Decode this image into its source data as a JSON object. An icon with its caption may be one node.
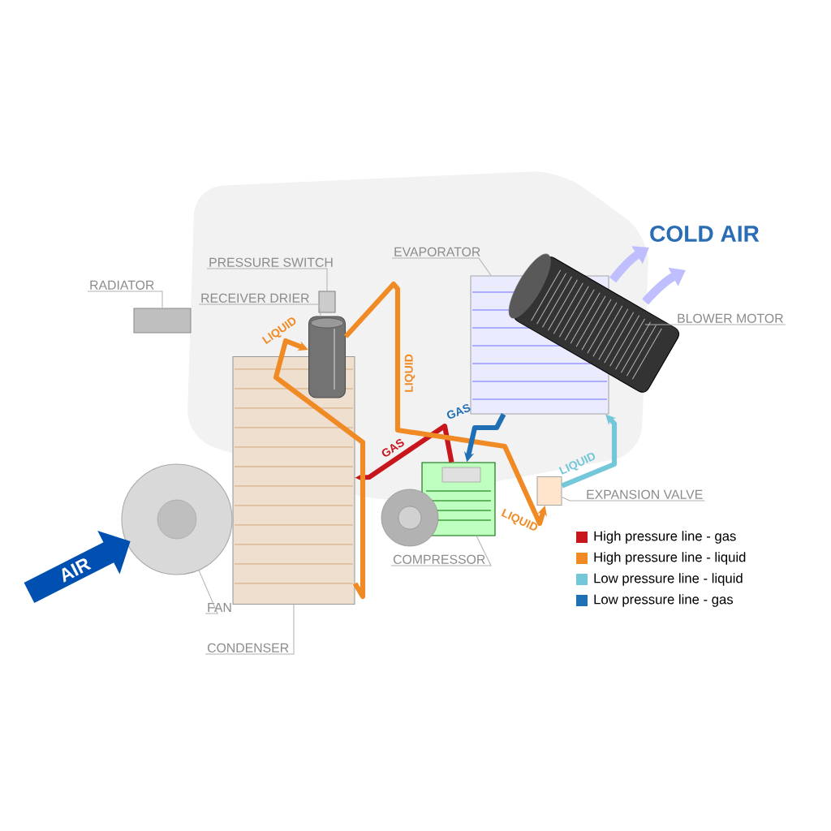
{
  "diagram": {
    "nodes": [
      {
        "text": [
          "RADIATOR"
        ]
      },
      {
        "text": [],
        "shape": "box"
      },
      {
        "text": [
          "PRESSURE SWITCH"
        ]
      },
      {
        "text": [],
        "shape": "box"
      },
      {
        "text": [
          "RECEIVER DRIER"
        ]
      },
      {
        "text": [],
        "shape": "cylinder"
      },
      {
        "text": [
          "EVAPORATOR"
        ]
      },
      {
        "text": [],
        "shape": "picture"
      },
      {
        "text": [
          "BLOWER MOTOR"
        ]
      },
      {
        "text": [],
        "shape": "cylinder"
      },
      {
        "text": [
          "EXPANSION VALVE"
        ]
      },
      {
        "text": [],
        "shape": "box"
      },
      {
        "text": [
          "COMPRESSOR"
        ]
      },
      {
        "text": [],
        "shape": "picture"
      },
      {
        "text": [
          "FAN"
        ]
      },
      {
        "text": [],
        "shape": "circle"
      },
      {
        "text": [
          "CONDENSER"
        ]
      },
      {
        "text": [],
        "shape": "picture"
      },
      {
        "text": [
          "AIR"
        ]
      }
    ],
    "edges": [
      {
        "from": 0,
        "to": 1,
        "arrow": "none"
      },
      {
        "from": 2,
        "to": 3,
        "arrow": "none"
      },
      {
        "from": 4,
        "to": 5,
        "arrow": "none"
      },
      {
        "from": 6,
        "to": 7,
        "arrow": "none"
      },
      {
        "from": 8,
        "to": 9,
        "arrow": "none"
      },
      {
        "from": 10,
        "to": 11,
        "arrow": "none"
      },
      {
        "from": 12,
        "to": 13,
        "arrow": "none"
      },
      {
        "from": 14,
        "to": 15,
        "arrow": "none"
      },
      {
        "from": 16,
        "to": 17,
        "arrow": "none"
      },
      {
        "from": 13,
        "to": 17,
        "arrow": "to",
        "label": "GAS",
        "style": "thick",
        "color": "#c8161d"
      },
      {
        "from": 17,
        "to": 5,
        "arrow": "to",
        "label": "LIQUID",
        "style": "thick",
        "color": "#f08a24"
      },
      {
        "from": 5,
        "to": 11,
        "arrow": "to",
        "label": "LIQUID",
        "style": "thick",
        "color": "#f08a24"
      },
      {
        "from": 11,
        "to": 7,
        "arrow": "to",
        "label": "LIQUID",
        "style": "thick",
        "color": "#74c6d9"
      },
      {
        "from": 7,
        "to": 13,
        "arrow": "to",
        "label": "GAS",
        "style": "thick",
        "color": "#1f6fb5"
      }
    ],
    "labels": [
      "COLD AIR",
      "LIQUID"
    ],
    "legend": [
      {
        "text": "High pressure line - gas",
        "color": "#c8161d"
      },
      {
        "text": "High pressure line - liquid",
        "color": "#f08a24"
      },
      {
        "text": "Low pressure line - liquid",
        "color": "#74c6d9"
      },
      {
        "text": "Low pressure line -  gas",
        "color": "#1f6fb5"
      }
    ]
  }
}
